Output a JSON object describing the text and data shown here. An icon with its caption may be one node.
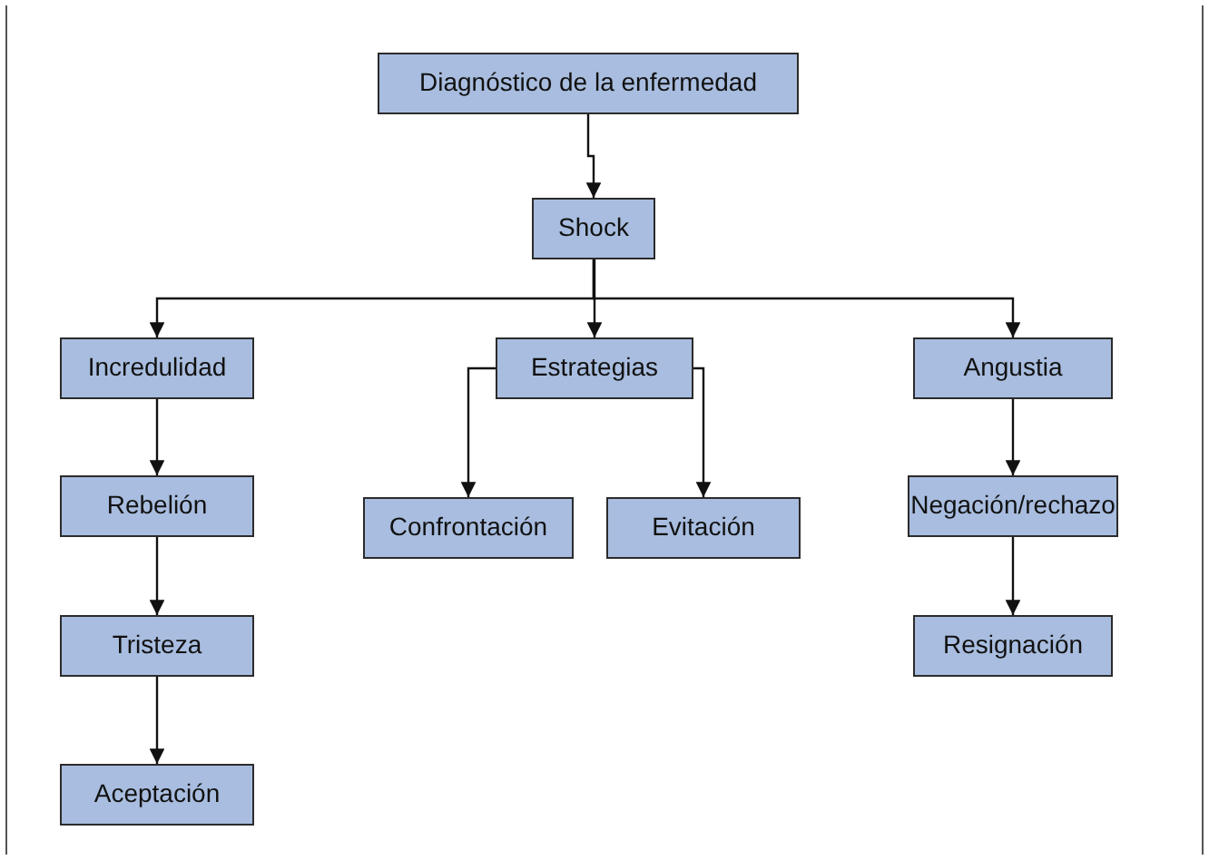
{
  "diagram": {
    "nodes": [
      {
        "text": [
          "Diagnóstico de la enfermedad"
        ]
      },
      {
        "text": [
          "Shock"
        ]
      },
      {
        "text": [
          "Incredulidad"
        ]
      },
      {
        "text": [
          "Estrategias"
        ]
      },
      {
        "text": [
          "Angustia"
        ]
      },
      {
        "text": [
          "Rebelión"
        ]
      },
      {
        "text": [
          "Confrontación"
        ]
      },
      {
        "text": [
          "Evitación"
        ]
      },
      {
        "text": [
          "Negación/rechazo"
        ]
      },
      {
        "text": [
          "Tristeza"
        ]
      },
      {
        "text": [
          "Resignación"
        ]
      },
      {
        "text": [
          "Aceptación"
        ]
      }
    ],
    "edges": [
      {
        "from": 0,
        "to": 1,
        "arrow": "to"
      },
      {
        "from": 1,
        "to": 2,
        "arrow": "to"
      },
      {
        "from": 1,
        "to": 3,
        "arrow": "to"
      },
      {
        "from": 1,
        "to": 4,
        "arrow": "to"
      },
      {
        "from": 2,
        "to": 5,
        "arrow": "to"
      },
      {
        "from": 3,
        "to": 6,
        "arrow": "to"
      },
      {
        "from": 3,
        "to": 7,
        "arrow": "to"
      },
      {
        "from": 4,
        "to": 8,
        "arrow": "to"
      },
      {
        "from": 5,
        "to": 9,
        "arrow": "to"
      },
      {
        "from": 8,
        "to": 10,
        "arrow": "to"
      },
      {
        "from": 9,
        "to": 11,
        "arrow": "to"
      }
    ]
  }
}
